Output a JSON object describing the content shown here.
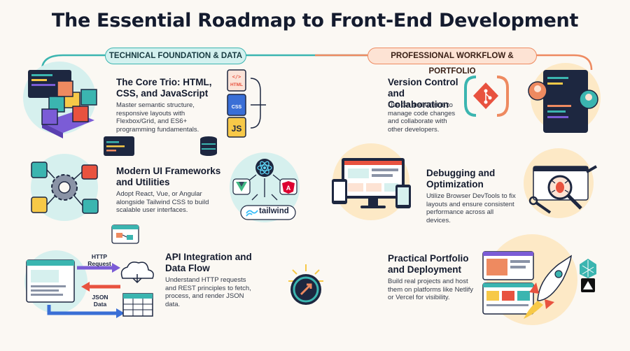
{
  "title": "The Essential Roadmap to Front-End Development",
  "columns": {
    "left": "TECHNICAL FOUNDATION & DATA",
    "right": "PROFESSIONAL WORKFLOW & PORTFOLIO"
  },
  "sections": {
    "core_trio": {
      "title": "The Core Trio: HTML, CSS, and JavaScript",
      "desc": "Master semantic structure, responsive layouts with Flexbox/Grid, and ES6+ programming fundamentals.",
      "badges": [
        "HTML",
        "CSS",
        "JS"
      ]
    },
    "frameworks": {
      "title": "Modern UI Frameworks and Utilities",
      "desc": "Adopt React, Vue, or Angular alongside Tailwind CSS to build scalable user interfaces.",
      "tailwind_label": "tailwind"
    },
    "api": {
      "title": "API Integration and Data Flow",
      "desc": "Understand HTTP requests and REST principles to fetch, process, and render JSON data.",
      "http_label": "HTTP Request",
      "json_label": "JSON Data"
    },
    "version_control": {
      "title": "Version Control and Collaboration",
      "desc": "Use Git and GitHub to manage code changes and collaborate with other developers."
    },
    "debugging": {
      "title": "Debugging and Optimization",
      "desc": "Utilize Browser DevTools to fix layouts and ensure consistent performance across all devices."
    },
    "portfolio": {
      "title": "Practical Portfolio and Deployment",
      "desc": "Build real projects and host them on platforms like Netlify or Vercel for visibility."
    }
  },
  "colors": {
    "teal": "#3bb5b0",
    "orange": "#ee8a60",
    "navy": "#1d2740",
    "purple": "#7b5cd6",
    "yellow": "#f7c948",
    "red": "#e8523f"
  },
  "icons": [
    "stack-cubes-icon",
    "html-file-icon",
    "css-file-icon",
    "js-file-icon",
    "database-icon",
    "gears-icon",
    "react-icon",
    "vue-icon",
    "angular-icon",
    "tailwind-icon",
    "browser-icon",
    "cloud-icon",
    "table-icon",
    "git-icon",
    "developer-avatar-icon",
    "monitor-icon",
    "bug-magnifier-icon",
    "wrench-icon",
    "website-mockup-icon",
    "rocket-icon",
    "netlify-icon",
    "vercel-icon"
  ]
}
